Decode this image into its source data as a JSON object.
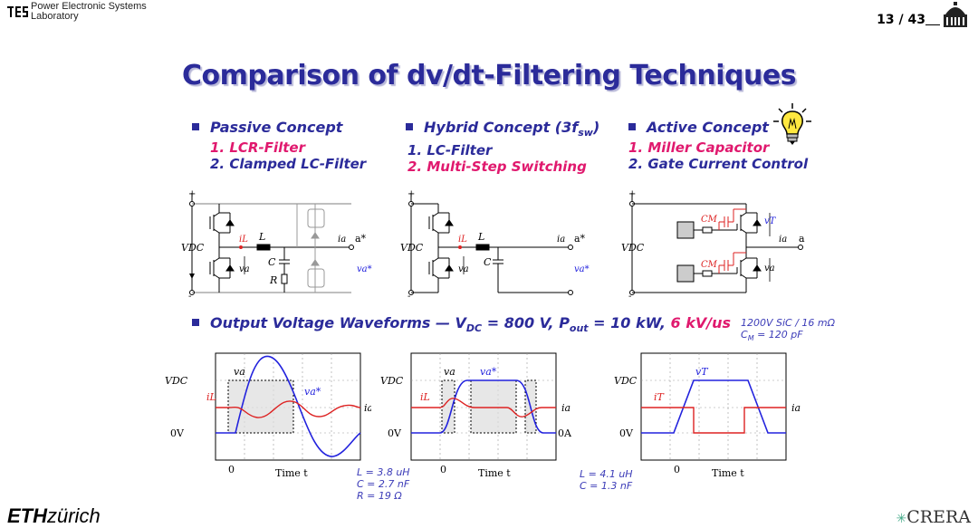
{
  "header": {
    "lab_line1": "Power Electronic Systems",
    "lab_line2": "Laboratory",
    "page_number": "13 / 43"
  },
  "title": "Comparison of dv/dt-Filtering Techniques",
  "concepts": [
    {
      "heading": "Passive Concept",
      "items": [
        "1.  LCR-Filter",
        "2.  Clamped LC-Filter"
      ]
    },
    {
      "heading": "Hybrid Concept (3f",
      "heading_sub": "sw",
      "heading_tail": ")",
      "items": [
        "1.  LC-Filter",
        "2.  Multi-Step Switching"
      ]
    },
    {
      "heading": "Active Concept",
      "items": [
        "1.  Miller Capacitor",
        "2.  Gate Current Control"
      ]
    }
  ],
  "waveforms": {
    "heading_prefix": "Output Voltage Waveforms  —  V",
    "vdc_sub": "DC",
    "vdc_value": " = 800 V, P",
    "pout_sub": "out",
    "pout_value": " = 10 kW, ",
    "slew": "6 kV/us"
  },
  "notes": {
    "active_device": "1200V SiC / 16 mΩ",
    "active_cm": "C",
    "active_cm_sub": "M",
    "active_cm_value": " = 120 pF",
    "passive": [
      "L = 3.8 uH",
      "C = 2.7 nF",
      "R = 19 Ω"
    ],
    "hybrid": [
      "L = 4.1 uH",
      "C = 1.3 nF"
    ]
  },
  "plot_labels": {
    "vdc": "VDC",
    "zero_v": "0V",
    "zero_a": "0A",
    "zero": "0",
    "time": "Time t",
    "ia": "ia",
    "iL": "iL",
    "iT": "iT",
    "va": "va",
    "va_star": "va*",
    "vT": "vT"
  },
  "circuit_labels": {
    "vdc": "VDC",
    "L": "L",
    "C": "C",
    "R": "R",
    "iL": "iL",
    "ia": "ia",
    "a_star": "a*",
    "a": "a",
    "va": "va",
    "va_star": "va*",
    "cm": "CM",
    "vT": "vT",
    "plus": "+",
    "minus": "-"
  },
  "footer": {
    "eth_bold": "ETH",
    "eth_rest": "zürich",
    "crera": "CRERA"
  },
  "colors": {
    "title": "#2b2b9a",
    "highlight": "#e0196e",
    "wave_blue": "#2222dd",
    "wave_red": "#dd2222"
  }
}
